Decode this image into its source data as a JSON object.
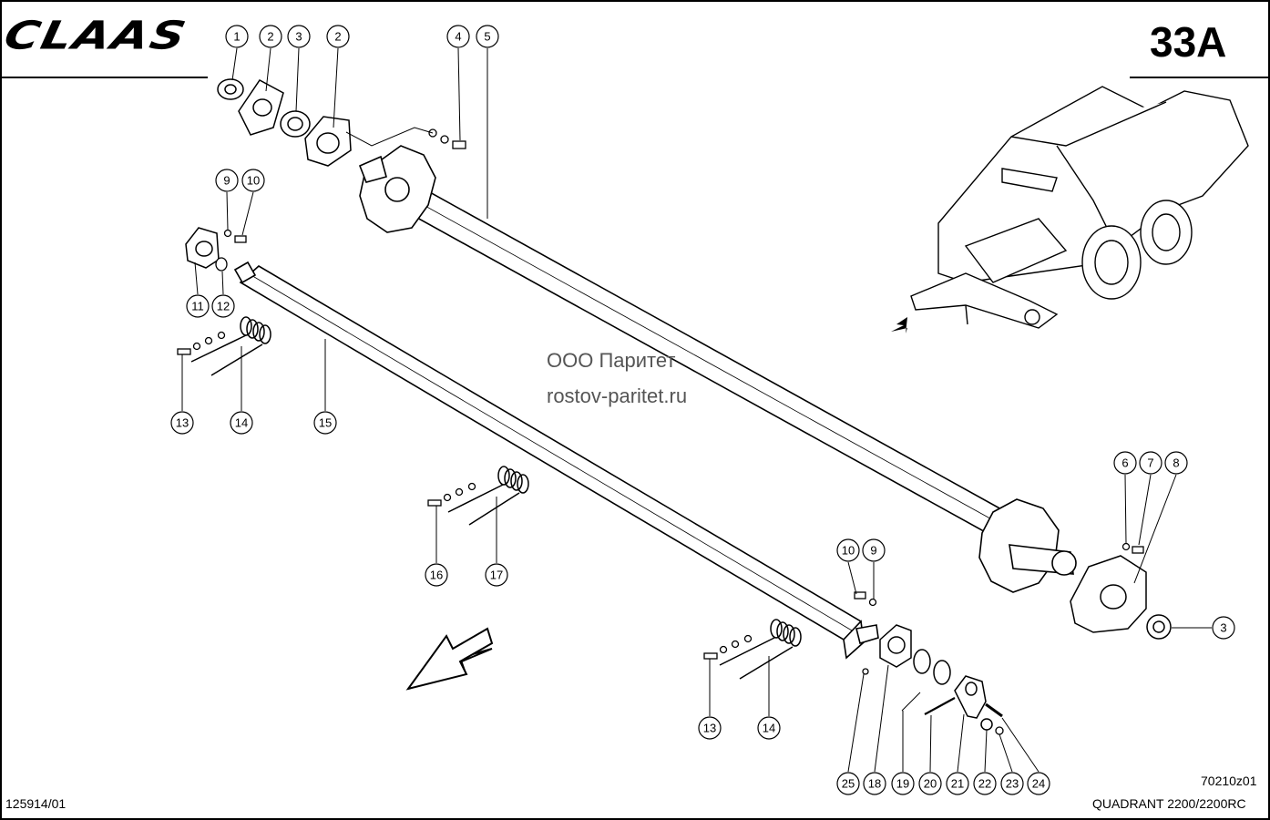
{
  "header": {
    "brand": "CLAAS",
    "page_number": "33A"
  },
  "watermark": {
    "line1": "ООО Паритет",
    "line2": "rostov-paritet.ru"
  },
  "footer": {
    "drawing_number": "125914/01",
    "figure_code": "70210z01",
    "model": "QUADRANT 2200/2200RC"
  },
  "callouts": [
    "1",
    "2",
    "3",
    "2",
    "4",
    "5",
    "9",
    "10",
    "11",
    "12",
    "13",
    "14",
    "15",
    "6",
    "7",
    "8",
    "3",
    "16",
    "17",
    "10",
    "9",
    "13",
    "14",
    "25",
    "18",
    "19",
    "20",
    "21",
    "22",
    "23",
    "24"
  ]
}
